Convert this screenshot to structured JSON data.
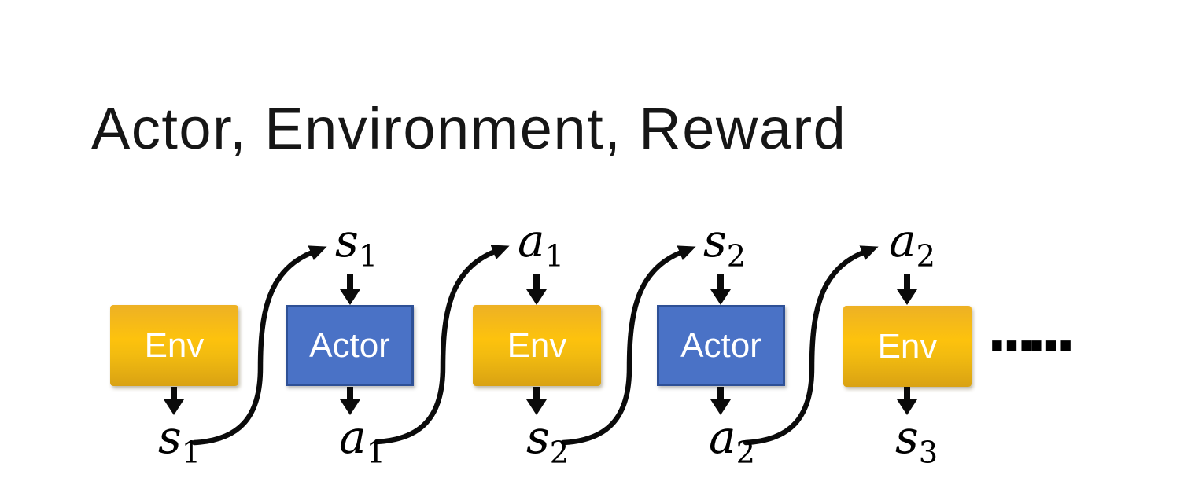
{
  "title": "Actor, Environment, Reward",
  "diagram": {
    "boxes": [
      {
        "label": "Env",
        "type": "env"
      },
      {
        "label": "Actor",
        "type": "actor"
      },
      {
        "label": "Env",
        "type": "env"
      },
      {
        "label": "Actor",
        "type": "actor"
      },
      {
        "label": "Env",
        "type": "env"
      }
    ],
    "top_labels": [
      {
        "base": "s",
        "sub": "1"
      },
      {
        "base": "a",
        "sub": "1"
      },
      {
        "base": "s",
        "sub": "2"
      },
      {
        "base": "a",
        "sub": "2"
      }
    ],
    "bottom_labels": [
      {
        "base": "s",
        "sub": "1"
      },
      {
        "base": "a",
        "sub": "1"
      },
      {
        "base": "s",
        "sub": "2"
      },
      {
        "base": "a",
        "sub": "2"
      },
      {
        "base": "s",
        "sub": "3"
      }
    ],
    "ellipsis": "……",
    "colors": {
      "env_gradient_top": "#EDB125",
      "env_gradient_mid": "#FDC20D",
      "env_gradient_bottom": "#D9A213",
      "actor_fill": "#4A72C6",
      "actor_border": "#2E5096",
      "box_text": "#FFFFFF",
      "arrow": "#0B0B0B",
      "title_text": "#161616"
    }
  }
}
